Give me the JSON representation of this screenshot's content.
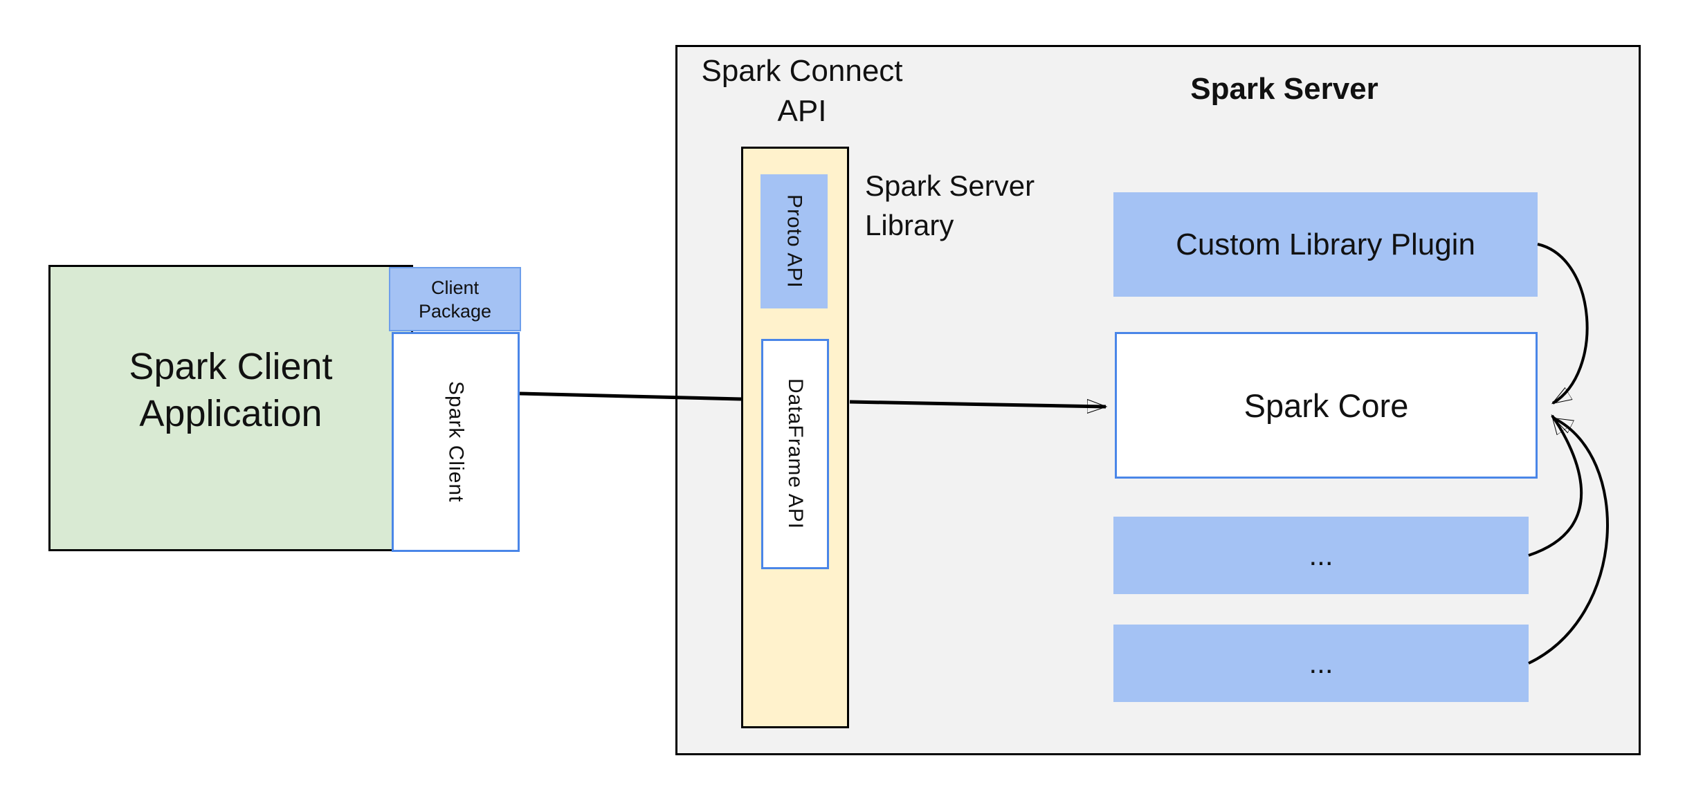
{
  "client": {
    "app_label": "Spark Client Application",
    "package_label": "Client Package",
    "client_label": "Spark Client"
  },
  "connect": {
    "title": "Spark Connect API",
    "proto_label": "Proto API",
    "dataframe_label": "DataFrame API",
    "library_label": "Spark Server Library"
  },
  "server": {
    "title": "Spark Server",
    "plugin_label": "Custom Library Plugin",
    "core_label": "Spark Core",
    "ellipsis1_label": "...",
    "ellipsis2_label": "..."
  },
  "colors": {
    "gray": "#f2f2f2",
    "green": "#d9ead3",
    "yellow": "#fff2cc",
    "blue": "#a4c2f4",
    "blue_border": "#4a86e8",
    "blue_border_soft": "#6d9eeb",
    "line": "#000000"
  }
}
